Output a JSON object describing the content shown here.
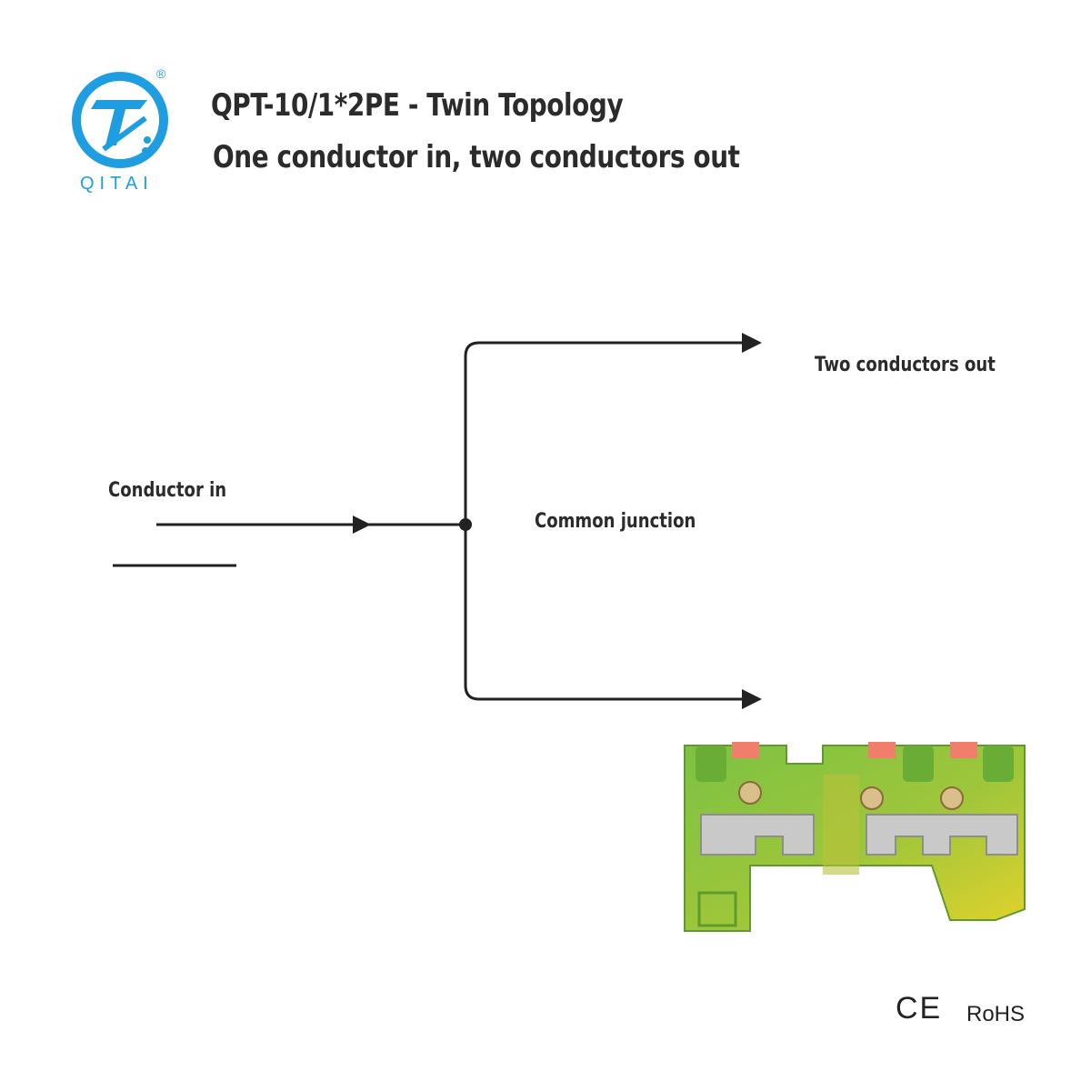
{
  "brand": {
    "name": "QITAI",
    "registered_mark": "®"
  },
  "header": {
    "title": "QPT-10/1*2PE - Twin Topology",
    "subtitle": "One conductor in, two conductors out"
  },
  "diagram": {
    "input_label": "Conductor in",
    "junction_label": "Common junction",
    "output_label": "Two conductors out",
    "line_color": "#222222"
  },
  "colors": {
    "logo_blue": "#1e9ee0",
    "product_green": "#7cc243",
    "product_yellow": "#e3d22c"
  },
  "certifications": {
    "ce": "CE",
    "rohs": "RoHS"
  }
}
